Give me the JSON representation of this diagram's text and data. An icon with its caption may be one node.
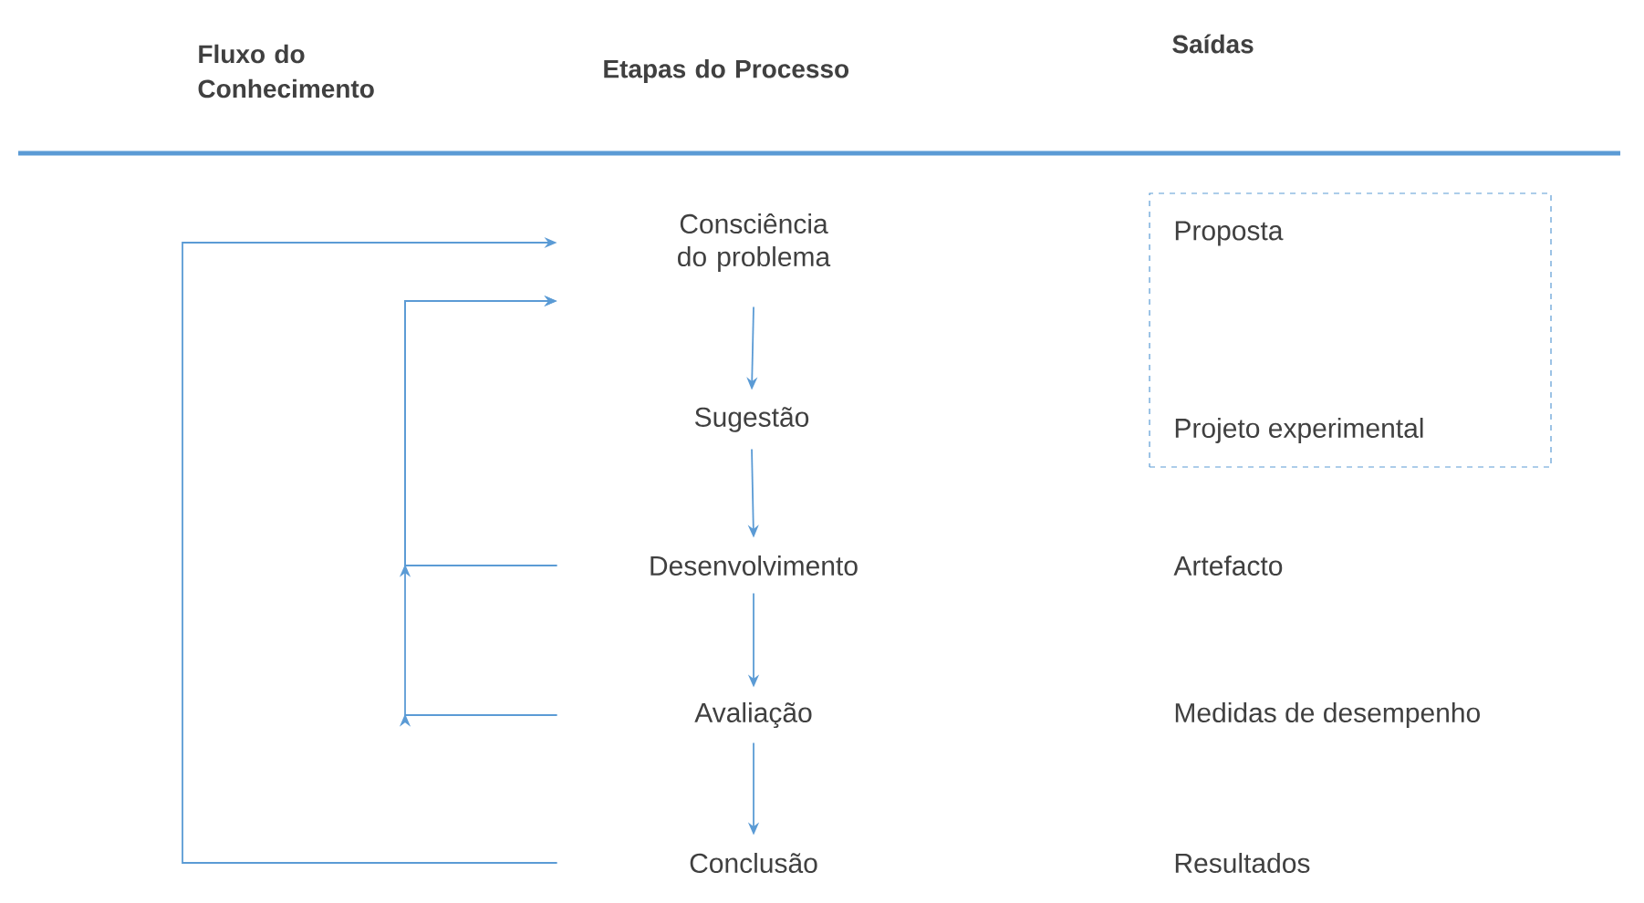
{
  "diagram": {
    "nodes": [
      {
        "text": [
          "Consciência do problema"
        ]
      },
      {
        "text": [
          "Sugestão"
        ]
      },
      {
        "text": [
          "Desenvolvimento"
        ]
      },
      {
        "text": [
          "Avaliação"
        ]
      },
      {
        "text": [
          "Conclusão"
        ]
      },
      {
        "text": [
          "Proposta",
          "Projeto experimental"
        ]
      }
    ],
    "edges": [
      {
        "from": 0,
        "to": 1,
        "arrow": "to"
      },
      {
        "from": 1,
        "to": 2,
        "arrow": "to"
      },
      {
        "from": 2,
        "to": 3,
        "arrow": "to"
      },
      {
        "from": 3,
        "to": 4,
        "arrow": "to"
      },
      {
        "from": 4,
        "to": 0,
        "arrow": "to"
      },
      {
        "from": 2,
        "to": 0,
        "arrow": "to"
      },
      {
        "from": 3,
        "to": 0,
        "arrow": "to"
      }
    ],
    "labels": [
      "Fluxo do Conhecimento",
      "Etapas do Processo",
      "Saídas",
      "Artefacto",
      "Medidas de desempenho",
      "Resultados"
    ]
  }
}
